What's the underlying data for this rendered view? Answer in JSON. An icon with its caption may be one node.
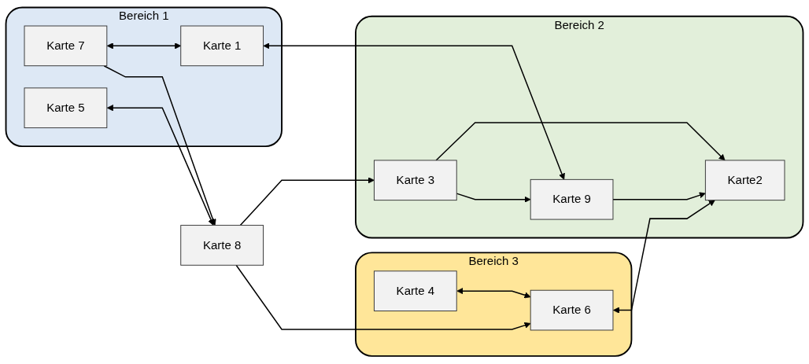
{
  "diagram": {
    "nodes": [
      {
        "text": [
          "Bereich 1"
        ]
      },
      {
        "text": [
          "Karte 7"
        ],
        "in": 0
      },
      {
        "text": [
          "Karte 1"
        ],
        "in": 0
      },
      {
        "text": [
          "Karte 5"
        ],
        "in": 0
      },
      {
        "text": [
          "Karte 8"
        ]
      },
      {
        "text": [
          "Bereich 3"
        ]
      },
      {
        "text": [
          "Karte 4"
        ],
        "in": 5
      },
      {
        "text": [
          "Karte 6"
        ],
        "in": 5
      },
      {
        "text": [
          "Bereich 2"
        ]
      },
      {
        "text": [
          "Karte 3"
        ],
        "in": 8
      },
      {
        "text": [
          "Karte 9"
        ],
        "in": 8
      },
      {
        "text": [
          "Karte2"
        ],
        "in": 8
      }
    ],
    "edges": [
      {
        "from": 1,
        "to": 4,
        "arrow": "to"
      },
      {
        "from": 1,
        "to": 2,
        "arrow": "both"
      },
      {
        "from": 3,
        "to": 4,
        "arrow": "both"
      },
      {
        "from": 4,
        "to": 7,
        "arrow": "to"
      },
      {
        "from": 4,
        "to": 9,
        "arrow": "to"
      },
      {
        "from": 6,
        "to": 7,
        "arrow": "both"
      },
      {
        "from": 2,
        "to": 10,
        "arrow": "both"
      },
      {
        "from": 9,
        "to": 10,
        "arrow": "to"
      },
      {
        "from": 9,
        "to": 11,
        "arrow": "to"
      },
      {
        "from": 10,
        "to": 11,
        "arrow": "to"
      },
      {
        "from": 7,
        "to": 11,
        "arrow": "both"
      }
    ]
  }
}
